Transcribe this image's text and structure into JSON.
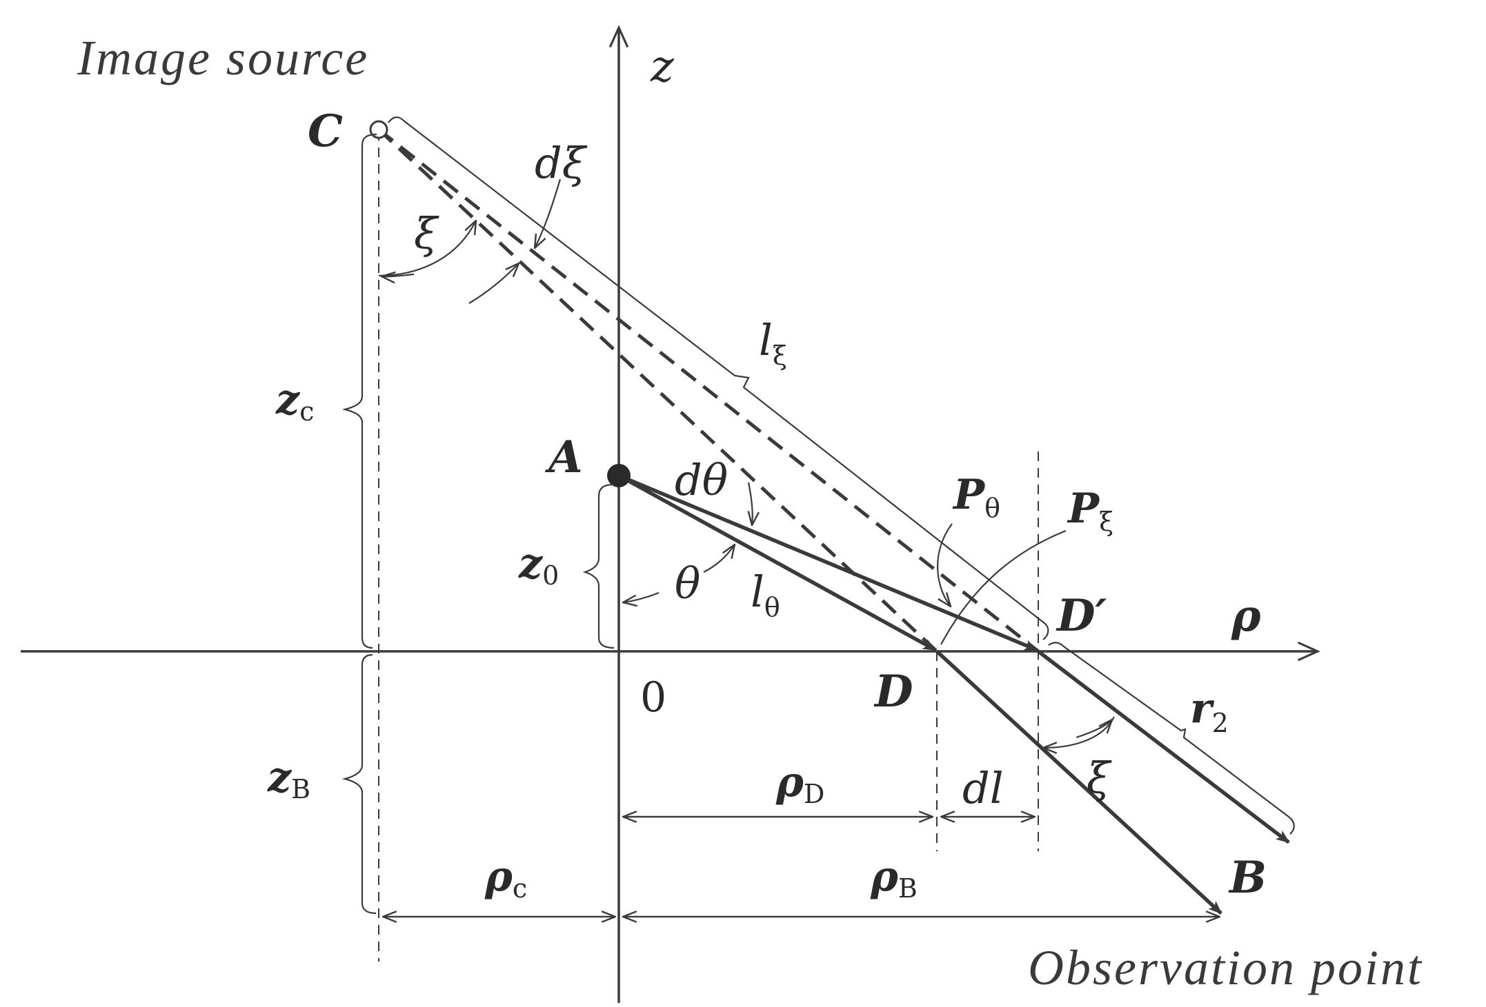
{
  "diagram": {
    "captions": {
      "image_source": "Image source",
      "observation_point": "Observation point"
    },
    "axes": {
      "z": "z",
      "rho": "ρ",
      "origin": "0"
    },
    "points": {
      "A": "A",
      "B": "B",
      "C": "C",
      "D": "D",
      "D_prime": "D′"
    },
    "labels": {
      "z_c": {
        "main": "z",
        "sub": "c"
      },
      "z_0": {
        "main": "z",
        "sub": "0"
      },
      "z_B": {
        "main": "z",
        "sub": "B"
      },
      "rho_c": {
        "main": "ρ",
        "sub": "c"
      },
      "rho_B": {
        "main": "ρ",
        "sub": "B"
      },
      "rho_D": {
        "main": "ρ",
        "sub": "D"
      },
      "dl": "dl",
      "l_xi": {
        "main": "l",
        "sub": "ξ"
      },
      "l_theta": {
        "main": "l",
        "sub": "θ"
      },
      "r_2": {
        "main": "r",
        "sub": "2"
      },
      "P_theta": {
        "main": "P",
        "sub": "θ"
      },
      "P_xi": {
        "main": "P",
        "sub": "ξ"
      },
      "theta": "θ",
      "d_theta": "dθ",
      "xi_top": "ξ",
      "d_xi": "dξ",
      "xi_bottom": "ξ"
    }
  }
}
